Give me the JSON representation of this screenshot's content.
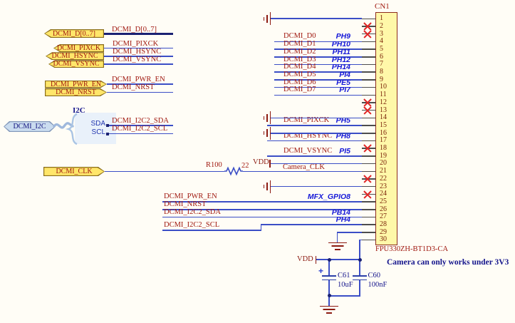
{
  "note": "Camera can only works under 3V3",
  "connector": {
    "designator": "CN1",
    "part_number": "FPU330ZH-BT1D3-CA",
    "pin_count": 30,
    "no_connect_pins": [
      2,
      3,
      12,
      13,
      18,
      22,
      24
    ],
    "ground_pins": [
      1,
      14,
      16,
      23
    ]
  },
  "ports": {
    "bus": {
      "label": "DCMI_D[0..7]"
    },
    "pixck": {
      "label": "DCMI_PIXCK"
    },
    "hsync": {
      "label": "DCMI_HSYNC"
    },
    "vsync": {
      "label": "DCMI_VSYNC"
    },
    "pwr_en": {
      "label": "DCMI_PWR_EN"
    },
    "nrst": {
      "label": "DCMI_NRST"
    },
    "clk": {
      "label": "DCMI_CLK"
    },
    "i2c": {
      "label": "DCMI_I2C"
    }
  },
  "harness": {
    "title": "I2C",
    "entries": [
      {
        "name": "SDA",
        "net": "DCMI_I2C2_SDA"
      },
      {
        "name": "SCL",
        "net": "DCMI_I2C2_SCL"
      }
    ]
  },
  "signals": [
    {
      "pin": 4,
      "net": "DCMI_D0",
      "mcu": "PH9"
    },
    {
      "pin": 5,
      "net": "DCMI_D1",
      "mcu": "PH10"
    },
    {
      "pin": 6,
      "net": "DCMI_D2",
      "mcu": "PH11"
    },
    {
      "pin": 7,
      "net": "DCMI_D3",
      "mcu": "PH12"
    },
    {
      "pin": 8,
      "net": "DCMI_D4",
      "mcu": "PH14"
    },
    {
      "pin": 9,
      "net": "DCMI_D5",
      "mcu": "PI4"
    },
    {
      "pin": 10,
      "net": "DCMI_D6",
      "mcu": "PE5"
    },
    {
      "pin": 11,
      "net": "DCMI_D7",
      "mcu": "PI7"
    },
    {
      "pin": 15,
      "net": "DCMI_PIXCK",
      "mcu": "PH5"
    },
    {
      "pin": 17,
      "net": "DCMI_HSYNC",
      "mcu": "PH8"
    },
    {
      "pin": 19,
      "net": "DCMI_VSYNC",
      "mcu": "PI5"
    },
    {
      "pin": 25,
      "net": "DCMI_PWR_EN",
      "mcu": "MFX_GPIO8"
    },
    {
      "pin": 26,
      "net": "DCMI_NRST",
      "mcu": ""
    },
    {
      "pin": 27,
      "net": "DCMI_I2C2_SDA",
      "mcu": "PB14"
    },
    {
      "pin": 28,
      "net": "DCMI_I2C2_SCL",
      "mcu": "PH4",
      "jog": true
    }
  ],
  "resistor": {
    "designator": "R100",
    "value": "22"
  },
  "clk_net": "Camera_CLK",
  "power": {
    "vdd_label": "VDD"
  },
  "capacitors": [
    {
      "designator": "C61",
      "value": "10uF",
      "polarity_mark": "+"
    },
    {
      "designator": "C60",
      "value": "100nF"
    }
  ],
  "colors": {
    "wire": "#3B4EC6",
    "bus": "#1A2173",
    "net_label": "#A01910",
    "mcu_label": "#1518D8",
    "note_text": "#14148C",
    "no_connect_x": "#E02525",
    "port_fill": "#FFE66A",
    "port_border": "#8A6D1A",
    "connector_fill": "#FFF8A9",
    "connector_border": "#8B2B1B",
    "harness_fill": "#CADCEF",
    "power_symbol": "#8C1A10"
  }
}
